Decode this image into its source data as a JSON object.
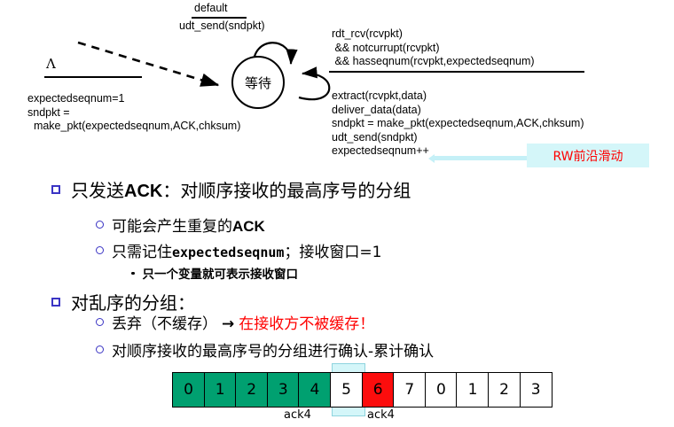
{
  "fsm": {
    "default_label": "default",
    "default_action": "udt_send(sndpkt)",
    "lambda_label": "Λ",
    "init_actions": "expectedseqnum=1\nsndpkt =\n  make_pkt(expectedseqnum,ACK,chksum)",
    "state_label": "等待",
    "condition": "rdt_rcv(rcvpkt)\n && notcurrupt(rcvpkt)\n && hasseqnum(rcvpkt,expectedseqnum)",
    "actions": "extract(rcvpkt,data)\ndeliver_data(data)\nsndpkt = make_pkt(expectedseqnum,ACK,chksum)\nudt_send(sndpkt)\nexpectedseqnum++"
  },
  "callout": {
    "text": "RW前沿滑动",
    "bg_color": "#d4f6f9",
    "text_color": "#ff0000"
  },
  "bullets": {
    "b1": {
      "prefix": "只发送",
      "mono": "ACK",
      "suffix": "：对顺序接收的最高序号的分组"
    },
    "b1s1": {
      "prefix": "可能会产生重复的",
      "mono": "ACK",
      "suffix": ""
    },
    "b1s2": {
      "prefix": "只需记住",
      "mono": "expectedseqnum",
      "suffix": "；接收窗口=1"
    },
    "b1s2d": {
      "text": "只一个变量就可表示接收窗口"
    },
    "b2": {
      "text": "对乱序的分组："
    },
    "b2s1": {
      "prefix": "丢弃（不缓存）",
      "arrow": "→",
      "red": "在接收方不被缓存！"
    },
    "b2s2": {
      "text": "对顺序接收的最高序号的分组进行确认-累计确认"
    }
  },
  "sequence": {
    "boxes": [
      {
        "label": "0",
        "state": "green"
      },
      {
        "label": "1",
        "state": "green"
      },
      {
        "label": "2",
        "state": "green"
      },
      {
        "label": "3",
        "state": "green"
      },
      {
        "label": "4",
        "state": "green"
      },
      {
        "label": "5",
        "state": "white"
      },
      {
        "label": "6",
        "state": "red"
      },
      {
        "label": "7",
        "state": "white"
      },
      {
        "label": "0",
        "state": "white"
      },
      {
        "label": "1",
        "state": "white"
      },
      {
        "label": "2",
        "state": "white"
      },
      {
        "label": "3",
        "state": "white"
      }
    ],
    "ack_left": "ack4",
    "ack_right": "ack4",
    "green_color": "#00a070",
    "red_color": "#fc0d0d",
    "highlight_color": "#d4f6f9"
  }
}
